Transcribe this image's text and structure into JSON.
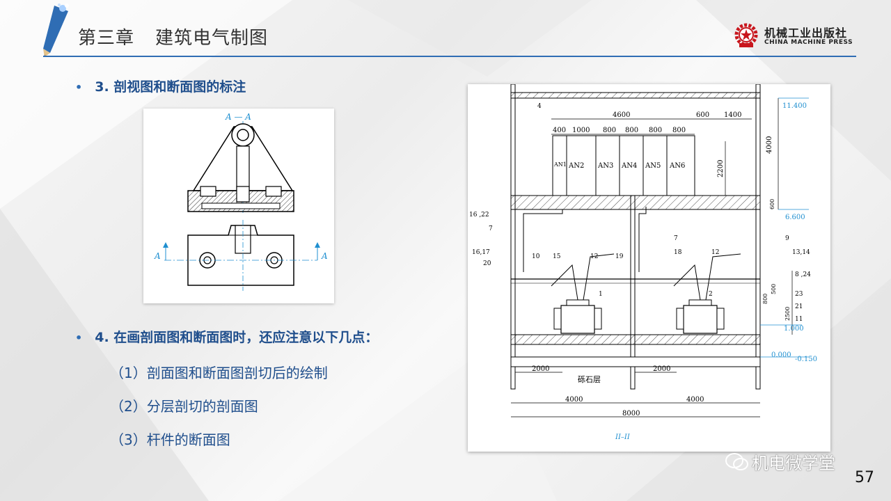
{
  "header": {
    "chapter": "第三章",
    "title": "建筑电气制图",
    "publisher_cn": "机械工业出版社",
    "publisher_en": "CHINA MACHINE PRESS"
  },
  "bullets": [
    {
      "text": "3. 剖视图和断面图的标注"
    },
    {
      "text": "4. 在画剖面图和断面图时，还应注意以下几点："
    }
  ],
  "subitems": [
    {
      "text": "（1）剖面图和断面图剖切后的绘制"
    },
    {
      "text": "（2）分层剖切的剖面图"
    },
    {
      "text": "（3）杆件的断面图"
    }
  ],
  "figure1": {
    "section_label": "A — A",
    "arrow_label": "A"
  },
  "figure2": {
    "top_dims": [
      "4600",
      "600",
      "1400"
    ],
    "panel_dims": [
      "400",
      "1000",
      "800",
      "800",
      "800",
      "800"
    ],
    "panels": [
      "AN1",
      "AN2",
      "AN3",
      "AN4",
      "AN5",
      "AN6"
    ],
    "vertical_dims": [
      "4000",
      "2200",
      "600",
      "500",
      "800",
      "2500"
    ],
    "elevations": [
      "11.400",
      "6.600",
      "1.000",
      "0.000",
      "-0.150"
    ],
    "callouts_left": [
      "4",
      "16 ,22",
      "7",
      "16,17",
      "20",
      "10",
      "15",
      "12",
      "19",
      "1"
    ],
    "callouts_right": [
      "7",
      "18",
      "12",
      "9",
      "13,14",
      "8 ,24",
      "23",
      "21",
      "11",
      "2"
    ],
    "bottom_dims": [
      "2000",
      "2000",
      "4000",
      "4000",
      "8000"
    ],
    "ground_label": "砾石层",
    "caption": "II–II"
  },
  "watermark": "机电微学堂",
  "page_number": "57"
}
